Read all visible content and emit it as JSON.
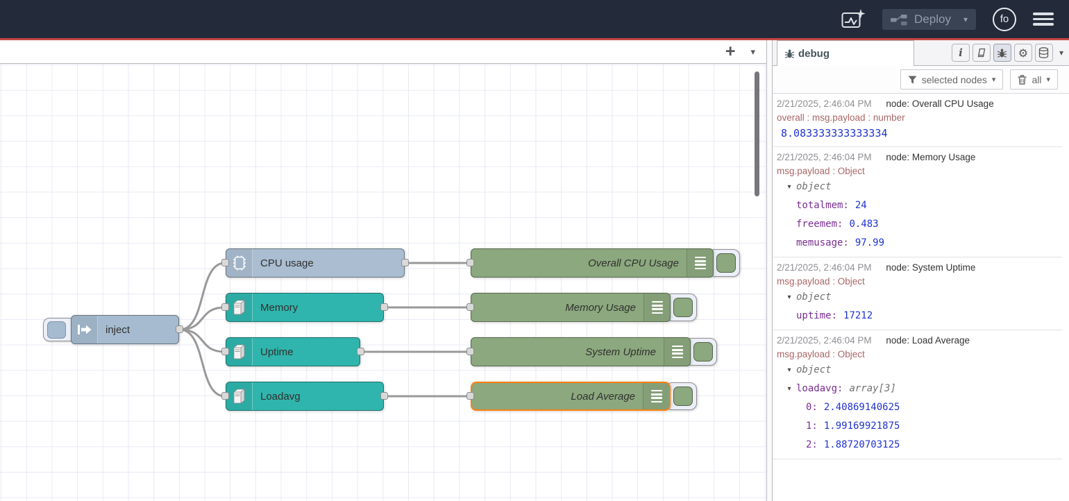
{
  "header": {
    "deploy_label": "Deploy",
    "user_initials": "fo"
  },
  "icons": {
    "plus": "+",
    "chevron_down": "▾",
    "gear": "⚙",
    "info": "i"
  },
  "flow": {
    "inject_label": "inject",
    "sources": [
      {
        "label": "CPU usage"
      },
      {
        "label": "Memory"
      },
      {
        "label": "Uptime"
      },
      {
        "label": "Loadavg"
      }
    ],
    "debugs": [
      {
        "label": "Overall CPU Usage"
      },
      {
        "label": "Memory Usage"
      },
      {
        "label": "System Uptime"
      },
      {
        "label": "Load Average",
        "selected": true
      }
    ]
  },
  "sidebar": {
    "tab_label": "debug",
    "filter_label": "selected nodes",
    "clear_label": "all",
    "messages": [
      {
        "timestamp": "2/21/2025, 2:46:04 PM",
        "node": "node: Overall CPU Usage",
        "topic": "overall : msg.payload : number",
        "payload": "8.083333333333334"
      },
      {
        "timestamp": "2/21/2025, 2:46:04 PM",
        "node": "node: Memory Usage",
        "topic": "msg.payload : Object",
        "rows": [
          {
            "caret": "▾",
            "label": "object"
          },
          {
            "key": "totalmem:",
            "value": "24"
          },
          {
            "key": "freemem:",
            "value": "0.483"
          },
          {
            "key": "memusage:",
            "value": "97.99"
          }
        ]
      },
      {
        "timestamp": "2/21/2025, 2:46:04 PM",
        "node": "node: System Uptime",
        "topic": "msg.payload : Object",
        "rows": [
          {
            "caret": "▾",
            "label": "object"
          },
          {
            "key": "uptime:",
            "value": "17212"
          }
        ]
      },
      {
        "timestamp": "2/21/2025, 2:46:04 PM",
        "node": "node: Load Average",
        "topic": "msg.payload : Object",
        "rows": [
          {
            "caret": "▾",
            "label": "object"
          },
          {
            "caret": "▾",
            "key": "loadavg:",
            "value": "array[3]"
          },
          {
            "key": "0:",
            "value": "2.40869140625"
          },
          {
            "key": "1:",
            "value": "1.99169921875"
          },
          {
            "key": "2:",
            "value": "1.88720703125"
          }
        ]
      }
    ]
  },
  "colors": {
    "header_bg": "#232b3a",
    "header_accent_line": "#c64742",
    "deploy_disabled_bg": "#3a4354",
    "deploy_disabled_text": "#939ca9",
    "inject_node": "#a6bbcf",
    "cpu_node": "#aabdd1",
    "os_node": "#2fb5ad",
    "debug_node": "#8ca87e",
    "selected_outline": "#ff7f0e",
    "wire": "#999999",
    "debug_timestamp": "#8f8f94",
    "debug_topic": "#aa6666",
    "debug_key": "#792e90",
    "debug_number": "#2033d0"
  }
}
